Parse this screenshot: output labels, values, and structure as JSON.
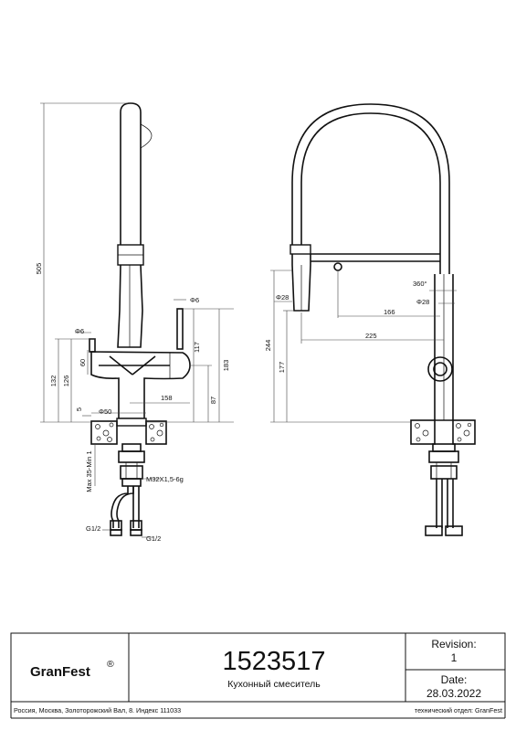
{
  "drawing": {
    "left_view_dims": {
      "d505": "505",
      "d6_top": "Φ6",
      "d6_left": "Φ6",
      "d60": "60",
      "d132": "132",
      "d126": "126",
      "d117": "117",
      "d183": "183",
      "d87": "87",
      "d158": "158",
      "d5": "5",
      "d50": "Φ50",
      "max_min": "Max 35-Min 1",
      "thread": "M32X1,5-6g",
      "g_left": "G1/2",
      "g_right": "G1/2"
    },
    "right_view_dims": {
      "d244": "244",
      "d177": "177",
      "d28_left": "Φ28",
      "d360": "360°",
      "d28_right": "Φ28",
      "d166": "166",
      "d225": "225"
    }
  },
  "title_block": {
    "brand": "GranFest",
    "brand_mark": "®",
    "product_number": "1523517",
    "product_name": "Кухонный смеситель",
    "revision_label": "Revision:",
    "revision_value": "1",
    "date_label": "Date:",
    "date_value": "28.03.2022",
    "address": "Россия, Москва, Золоторожский Вал, 8. Индекс 111033",
    "department": "технический отдел: GranFest"
  }
}
